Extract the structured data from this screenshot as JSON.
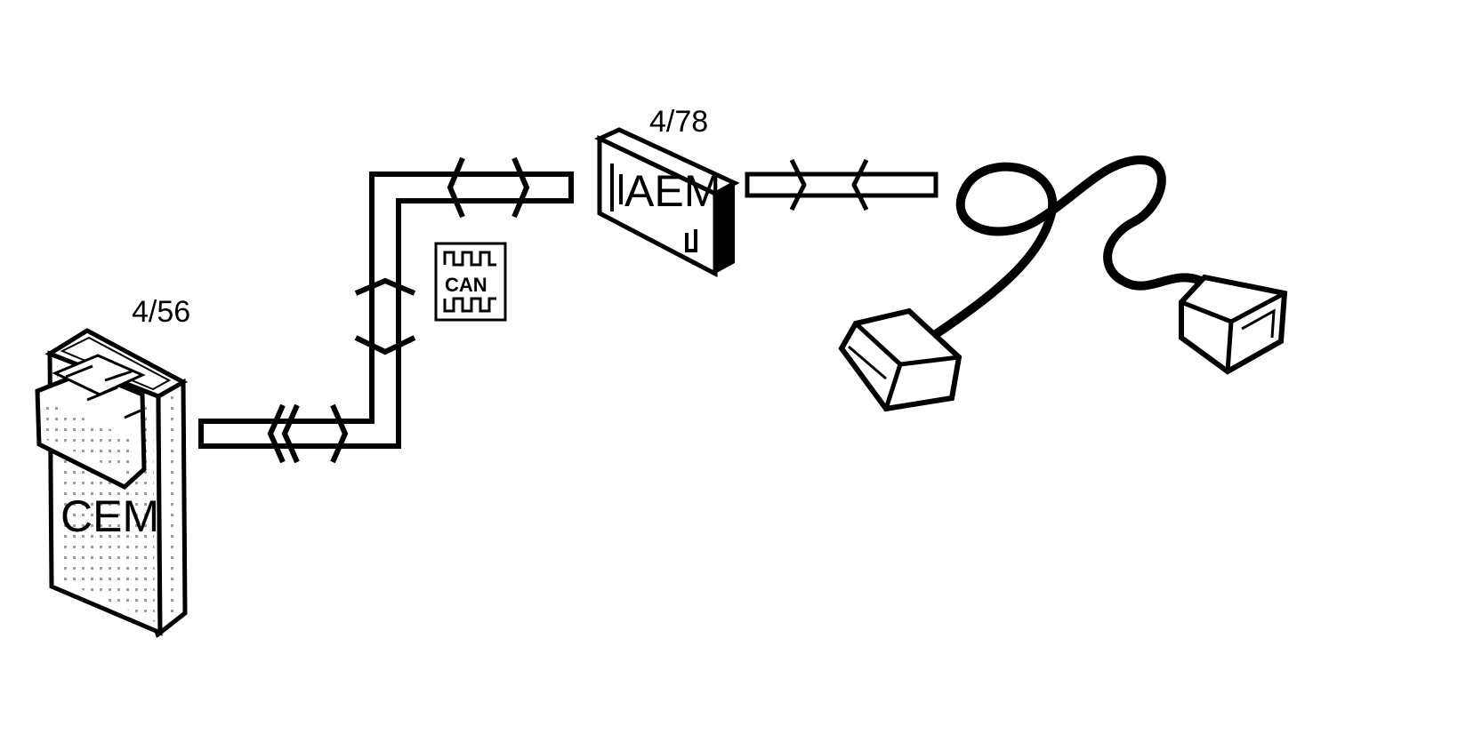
{
  "diagram": {
    "cem": {
      "ref": "4/56",
      "name": "CEM"
    },
    "aem": {
      "ref": "4/78",
      "name": "AEM"
    },
    "bus": {
      "label": "CAN"
    }
  },
  "colors": {
    "ink": "#000000",
    "background": "#ffffff",
    "dot": "#9a9a9a"
  },
  "icons": [
    "can-bus-icon",
    "antenna-unit-icon"
  ]
}
